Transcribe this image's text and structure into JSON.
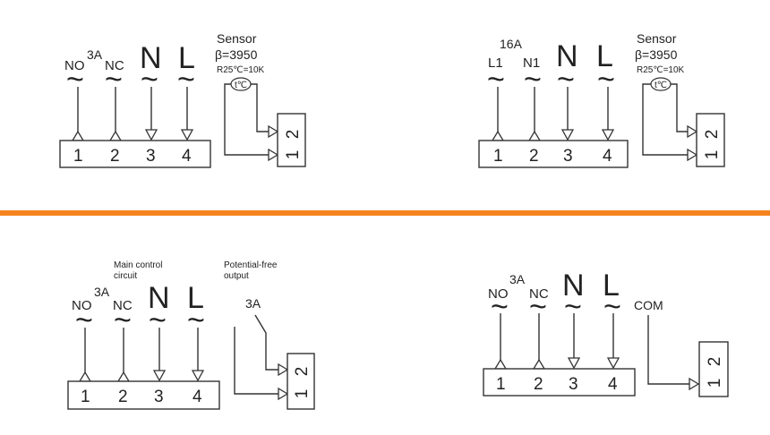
{
  "colors": {
    "divider": "#F5841F",
    "line": "#333333"
  },
  "symbols": {
    "tilde": "~",
    "therm": "t℃"
  },
  "top_left": {
    "rating": "3A",
    "labels": [
      "NO",
      "NC",
      "N",
      "L"
    ],
    "terminals": [
      "1",
      "2",
      "3",
      "4"
    ],
    "sensor": {
      "title": "Sensor",
      "beta": "β=3950",
      "spec": "R25℃=10K"
    },
    "side_terminals": [
      "1",
      "2"
    ]
  },
  "top_right": {
    "rating": "16A",
    "labels": [
      "L1",
      "N1",
      "N",
      "L"
    ],
    "terminals": [
      "1",
      "2",
      "3",
      "4"
    ],
    "sensor": {
      "title": "Sensor",
      "beta": "β=3950",
      "spec": "R25℃=10K"
    },
    "side_terminals": [
      "1",
      "2"
    ]
  },
  "bottom_left": {
    "note_main": [
      "Main control",
      "circuit"
    ],
    "note_free": [
      "Potential-free",
      "output"
    ],
    "rating": "3A",
    "relay_rating": "3A",
    "labels": [
      "NO",
      "NC",
      "N",
      "L"
    ],
    "terminals": [
      "1",
      "2",
      "3",
      "4"
    ],
    "side_terminals": [
      "1",
      "2"
    ]
  },
  "bottom_right": {
    "rating": "3A",
    "labels": [
      "NO",
      "NC",
      "N",
      "L"
    ],
    "com": "COM",
    "terminals": [
      "1",
      "2",
      "3",
      "4"
    ],
    "side_terminals": [
      "1",
      "2"
    ]
  }
}
